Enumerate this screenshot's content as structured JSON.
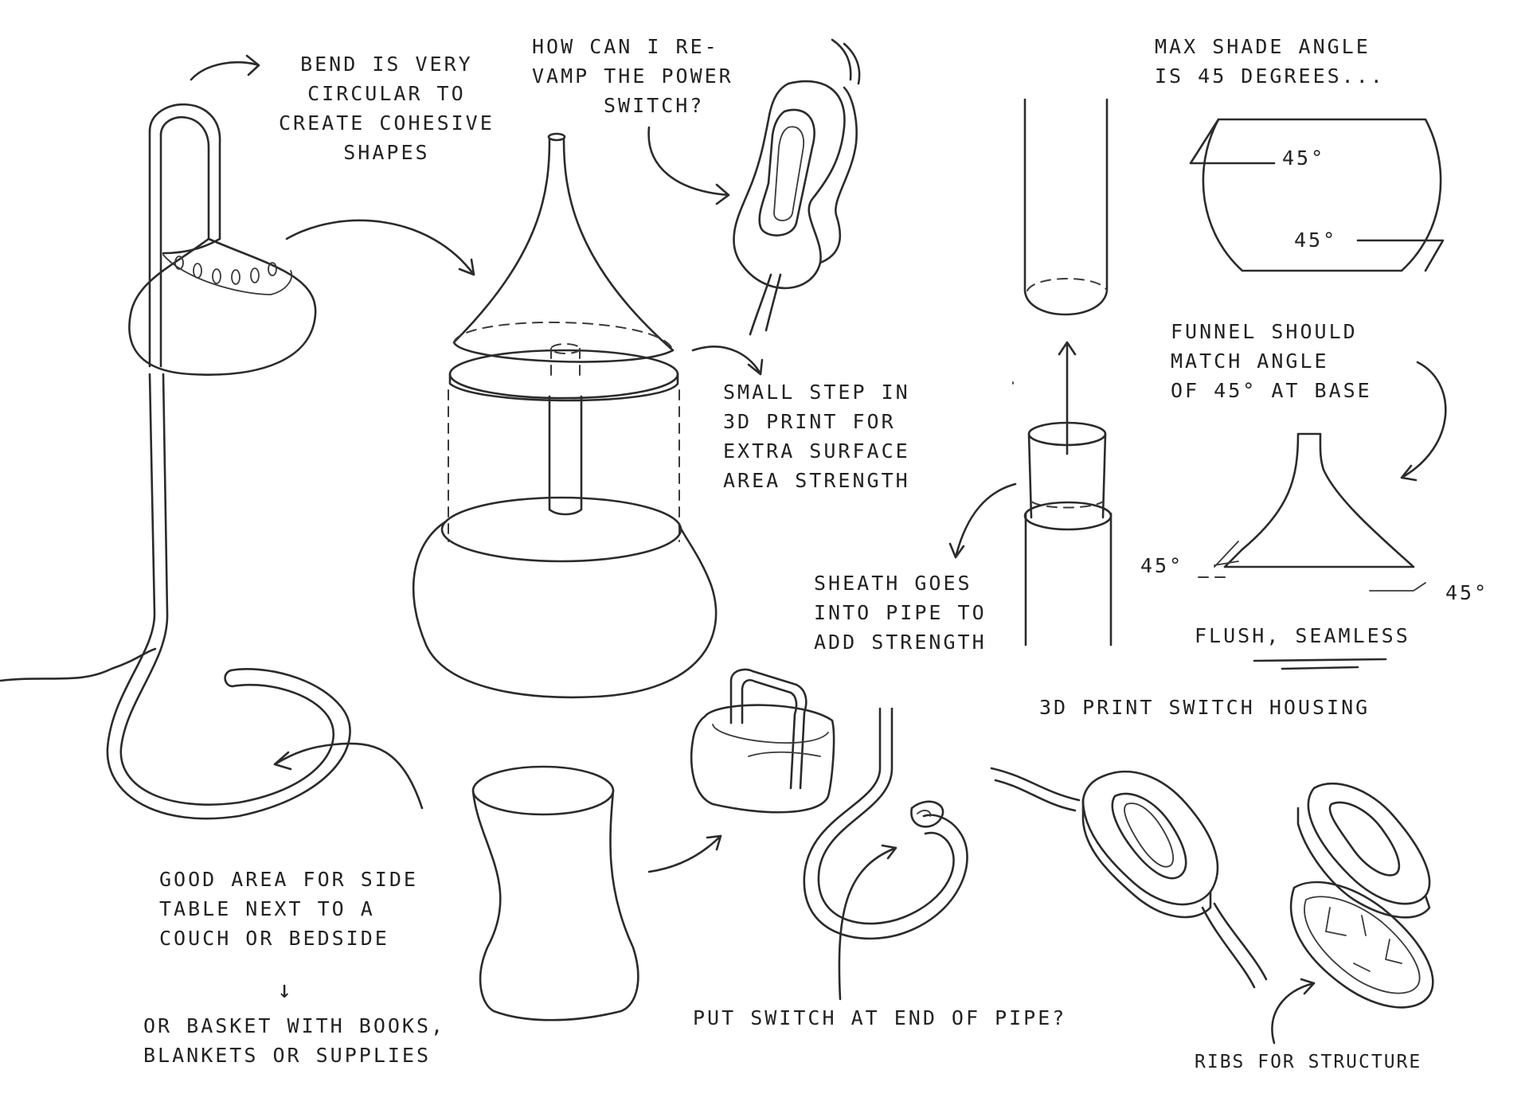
{
  "sheet": {
    "ink_color": "#2b2b2b",
    "paper_color": "#ffffff"
  },
  "notes": {
    "bend": [
      "BEND IS VERY",
      "CIRCULAR TO",
      "CREATE COHESIVE",
      "SHAPES"
    ],
    "power_switch": [
      "HOW CAN I RE-",
      "VAMP THE POWER",
      "SWITCH?"
    ],
    "shade_angle": [
      "MAX SHADE ANGLE",
      "IS 45 DEGREES..."
    ],
    "angle_top": "45°",
    "angle_bottom": "45°",
    "small_step": [
      "SMALL STEP IN",
      "3D PRINT FOR",
      "EXTRA SURFACE",
      "AREA STRENGTH"
    ],
    "funnel": [
      "FUNNEL SHOULD",
      "MATCH ANGLE",
      "OF 45° AT BASE"
    ],
    "funnel_angle_left": "45°",
    "funnel_angle_right": "45°",
    "sheath": [
      "SHEATH GOES",
      "INTO PIPE TO",
      "ADD STRENGTH"
    ],
    "flush": "FLUSH, SEAMLESS",
    "switch_housing": "3D PRINT SWITCH HOUSING",
    "side_table": [
      "GOOD AREA FOR SIDE",
      "TABLE NEXT TO A",
      "COUCH OR BEDSIDE"
    ],
    "down_arrow": "↓",
    "basket": [
      "OR BASKET WITH BOOKS,",
      "BLANKETS OR SUPPLIES"
    ],
    "switch_end": "PUT SWITCH AT END OF PIPE?",
    "ribs": "RIBS FOR STRUCTURE"
  }
}
